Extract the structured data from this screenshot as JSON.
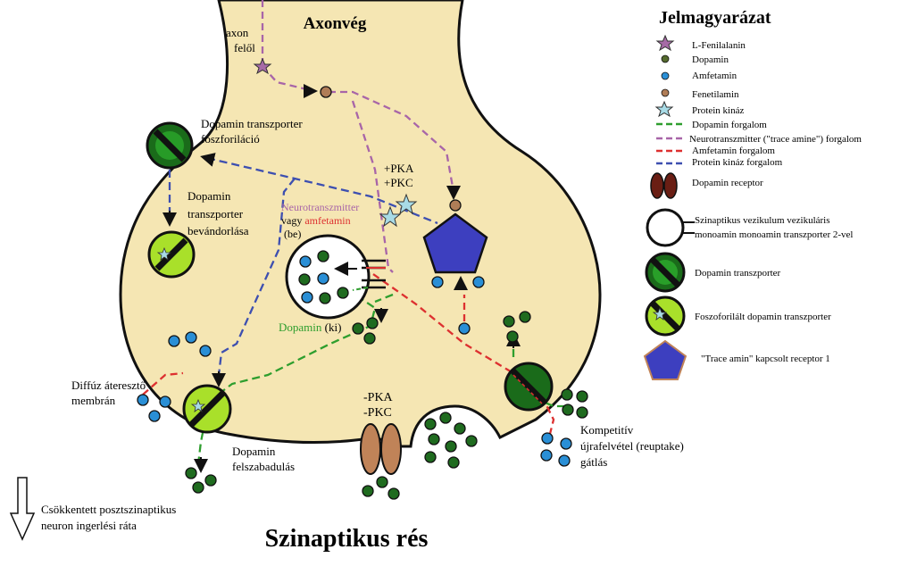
{
  "title": "Axonvég",
  "bottom_title": "Szinaptikus rés",
  "labels": {
    "axon_from_1": "axon",
    "axon_from_2": "felől",
    "dat_phos_1": "Dopamin transzporter",
    "dat_phos_2": "foszforiláció",
    "dat_int_1": "Dopamin",
    "dat_int_2": "transzporter",
    "dat_int_3": "bevándorlása",
    "pka_pkc_1": "+PKA",
    "pka_pkc_2": "+PKC",
    "nt_1": "Neurotranszmitter",
    "nt_2a": "vagy ",
    "nt_2b": "amfetamin",
    "nt_3": "(be)",
    "da_out_a": "Dopamin",
    "da_out_b": " (ki)",
    "diffuse_1": "Diffúz áteresztő",
    "diffuse_2": "membrán",
    "da_release_1": "Dopamin",
    "da_release_2": "felszabadulás",
    "minus_pka": "-PKA",
    "minus_pkc": "-PKC",
    "comp_1": "Kompetitív",
    "comp_2": "újrafelvétel (reuptake)",
    "comp_3": "gátlás",
    "post_1": "Csökkentett posztszinaptikus",
    "post_2": "neuron ingerlési ráta"
  },
  "legend": {
    "title": "Jelmagyarázat",
    "items": [
      {
        "icon": "star-icon",
        "label": "L-Fenilalanin"
      },
      {
        "icon": "dopamine-dot-icon",
        "label": "Dopamin"
      },
      {
        "icon": "amphetamine-dot-icon",
        "label": "Amfetamin"
      },
      {
        "icon": "phenethylamine-dot-icon",
        "label": "Fenetilamin"
      },
      {
        "icon": "protein-kinase-star-icon",
        "label": "Protein kináz"
      },
      {
        "icon": "green-dash-line-icon",
        "label": "Dopamin forgalom"
      },
      {
        "icon": "purple-dash-line-icon",
        "label": "Neurotranszmitter (\"trace amine\") forgalom"
      },
      {
        "icon": "red-dash-line-icon",
        "label": "Amfetamin forgalom"
      },
      {
        "icon": "blue-dash-line-icon",
        "label": "Protein kináz forgalom"
      },
      {
        "icon": "dopamine-receptor-icon",
        "label": "Dopamin receptor"
      },
      {
        "icon": "vesicle-icon",
        "label": "Szinaptikus vezikulum vezikuláris monoamin monoamin transzporter 2-vel"
      },
      {
        "icon": "dat-icon",
        "label": "Dopamin transzporter"
      },
      {
        "icon": "phosphorylated-dat-icon",
        "label": "Foszoforilált dopamin transzporter"
      },
      {
        "icon": "pentagon-icon",
        "label": "\"Trace amin\" kapcsolt receptor 1"
      }
    ]
  },
  "colors": {
    "axon_fill": "#f5e6b3",
    "dopamine": "#1f6b1f",
    "amphetamine": "#2a8fd6",
    "phenethylamine": "#b07d57",
    "l_phenylalanine": "#a66aa6",
    "protein_kinase": "#a8dbe6",
    "dopamine_flow": "#2e9e2e",
    "trace_amine_flow": "#a865a8",
    "amphetamine_flow": "#dd3030",
    "kinase_flow": "#3d4fb0",
    "dat_outer": "#1a6b1a",
    "dat_inner": "#33c233",
    "phos_dat": "#a9e02a",
    "receptor_brown": "#c08358",
    "dopamine_receptor": "#6a1e14",
    "taar1": "#3d3fbf"
  }
}
